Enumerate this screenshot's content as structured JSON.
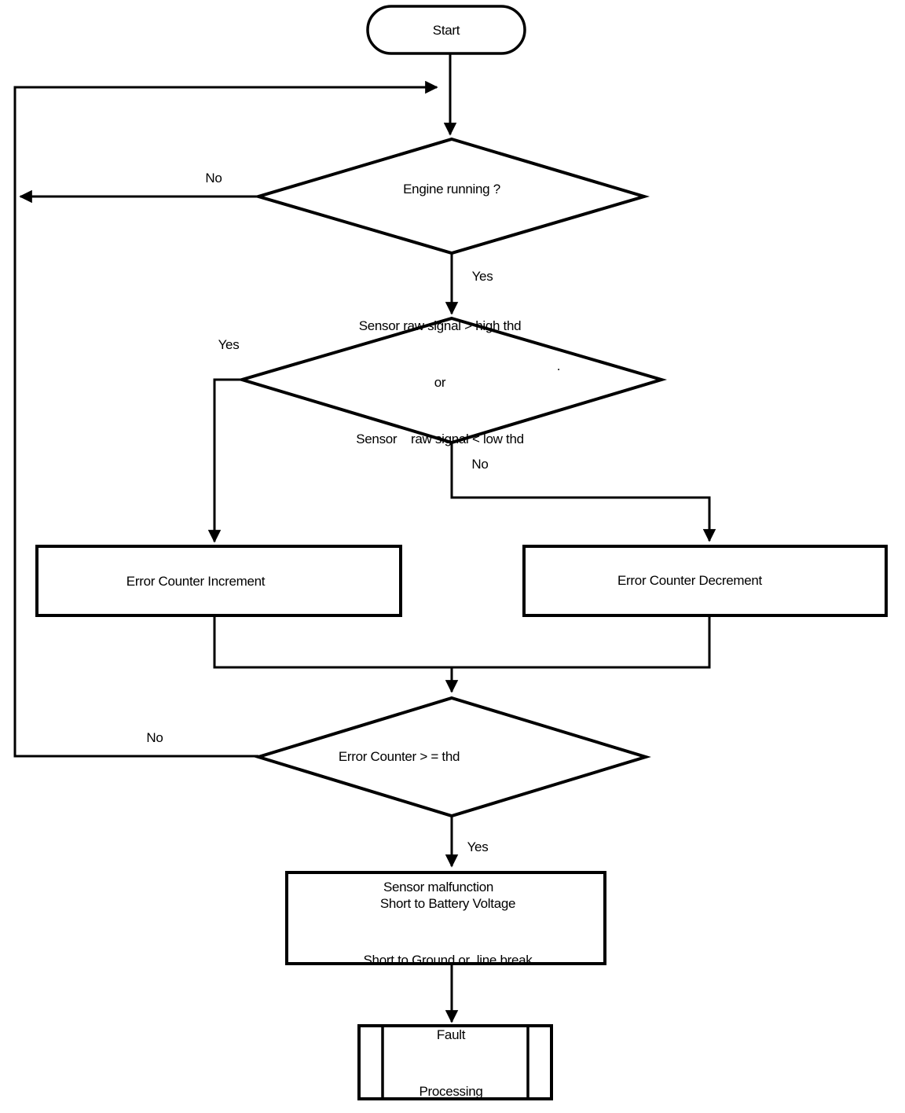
{
  "colors": {
    "ink": "#000000",
    "paper": "#ffffff"
  },
  "nodes": {
    "start": {
      "label": "Start"
    },
    "engine_running": {
      "label": "Engine running ?"
    },
    "signal_check": {
      "line1": "Sensor raw signal > high thd",
      "line2": "or",
      "line3": "Sensor    raw signal < low thd",
      "stray_mark": "."
    },
    "error_counter_increment": {
      "label": "Error Counter Increment"
    },
    "error_counter_decrement": {
      "label": "Error Counter Decrement"
    },
    "error_counter_check": {
      "label": "Error Counter > = thd"
    },
    "sensor_malfunction": {
      "line1": "Sensor malfunction",
      "line2": "Short to Battery Voltage",
      "line3": "Short to Ground or  line break"
    },
    "fault_processing": {
      "line1": "Fault",
      "line2": "Processing"
    }
  },
  "edge_labels": {
    "engine_no": "No",
    "engine_yes": "Yes",
    "signal_yes": "Yes",
    "signal_no": "No",
    "counter_no": "No",
    "counter_yes": "Yes"
  }
}
